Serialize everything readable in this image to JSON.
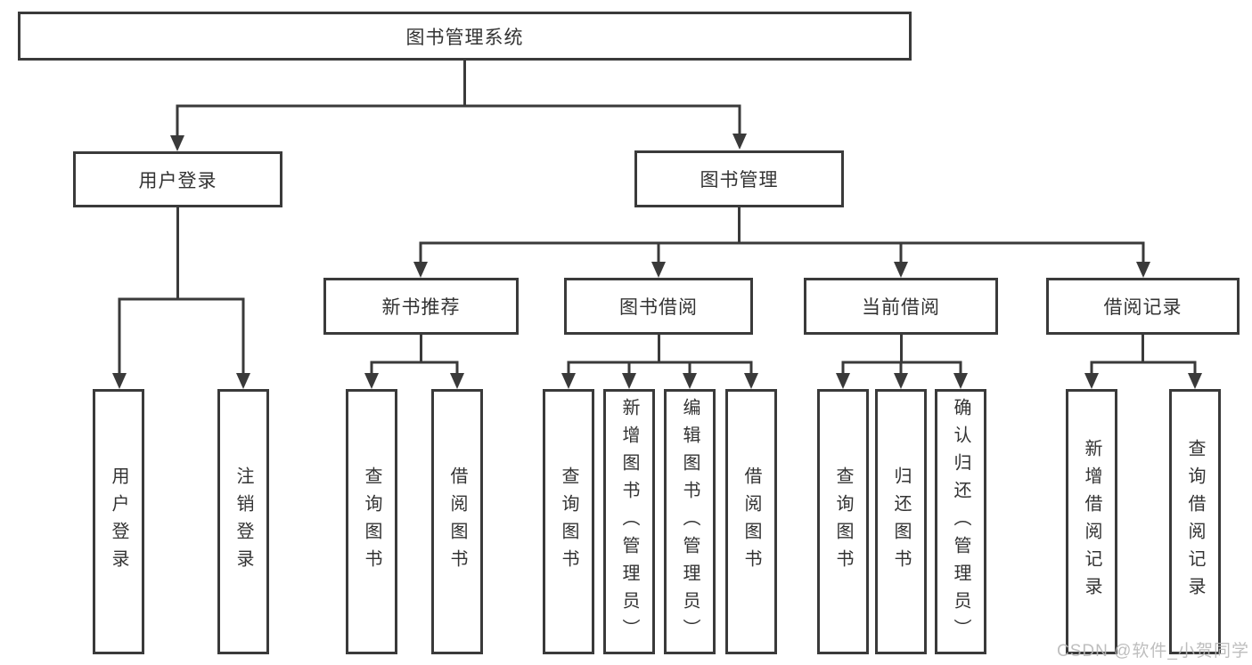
{
  "tree": {
    "label": "图书管理系统",
    "children": [
      {
        "label": "用户登录",
        "children": [
          {
            "label": "用户登录"
          },
          {
            "label": "注销登录"
          }
        ]
      },
      {
        "label": "图书管理",
        "children": [
          {
            "label": "新书推荐",
            "children": [
              {
                "label": "查询图书"
              },
              {
                "label": "借阅图书"
              }
            ]
          },
          {
            "label": "图书借阅",
            "children": [
              {
                "label": "查询图书"
              },
              {
                "label": "新增图书（管理员）"
              },
              {
                "label": "编辑图书（管理员）"
              },
              {
                "label": "借阅图书"
              }
            ]
          },
          {
            "label": "当前借阅",
            "children": [
              {
                "label": "查询图书"
              },
              {
                "label": "归还图书"
              },
              {
                "label": "确认归还（管理员）"
              }
            ]
          },
          {
            "label": "借阅记录",
            "children": [
              {
                "label": "新增借阅记录"
              },
              {
                "label": "查询借阅记录"
              }
            ]
          }
        ]
      }
    ]
  },
  "watermark": "CSDN @软件_小贺同学",
  "colors": {
    "line": "#3a3a3a",
    "text": "#333333",
    "background": "#ffffff",
    "watermark": "#b8b8b8"
  }
}
